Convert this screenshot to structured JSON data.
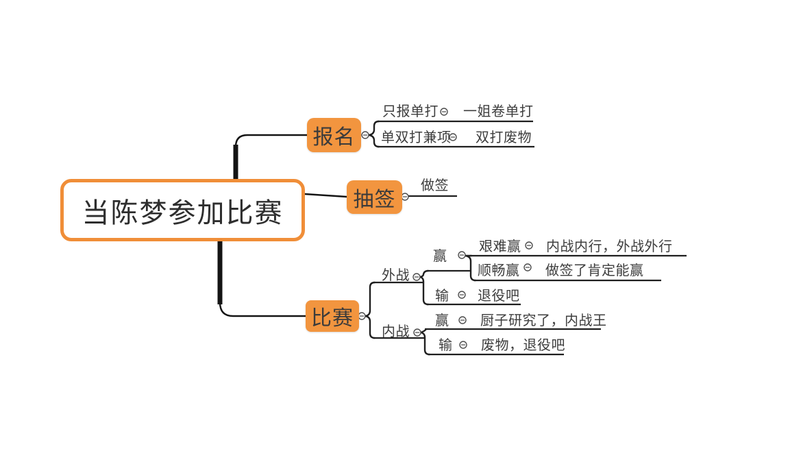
{
  "diagram_type": "mindmap",
  "colors": {
    "accent_orange": "#F2953F",
    "root_border_orange": "#F08E38",
    "line_black": "#1f1f1f",
    "text_dark": "#3d3d3d"
  },
  "tree": {
    "label": "当陈梦参加比赛",
    "children": [
      {
        "label": "报名",
        "children": [
          {
            "label": "只报单打",
            "children": [
              {
                "label": "一姐卷单打"
              }
            ]
          },
          {
            "label": "单双打兼项",
            "children": [
              {
                "label": "双打废物"
              }
            ]
          }
        ]
      },
      {
        "label": "抽签",
        "children": [
          {
            "label": "做签"
          }
        ]
      },
      {
        "label": "比赛",
        "children": [
          {
            "label": "外战",
            "children": [
              {
                "label": "赢",
                "children": [
                  {
                    "label": "艰难赢",
                    "children": [
                      {
                        "label": "内战内行，外战外行"
                      }
                    ]
                  },
                  {
                    "label": "顺畅赢",
                    "children": [
                      {
                        "label": "做签了肯定能赢"
                      }
                    ]
                  }
                ]
              },
              {
                "label": "输",
                "children": [
                  {
                    "label": "退役吧"
                  }
                ]
              }
            ]
          },
          {
            "label": "内战",
            "children": [
              {
                "label": "赢",
                "children": [
                  {
                    "label": "厨子研究了，内战王"
                  }
                ]
              },
              {
                "label": "输",
                "children": [
                  {
                    "label": "废物，退役吧"
                  }
                ]
              }
            ]
          }
        ]
      }
    ]
  }
}
